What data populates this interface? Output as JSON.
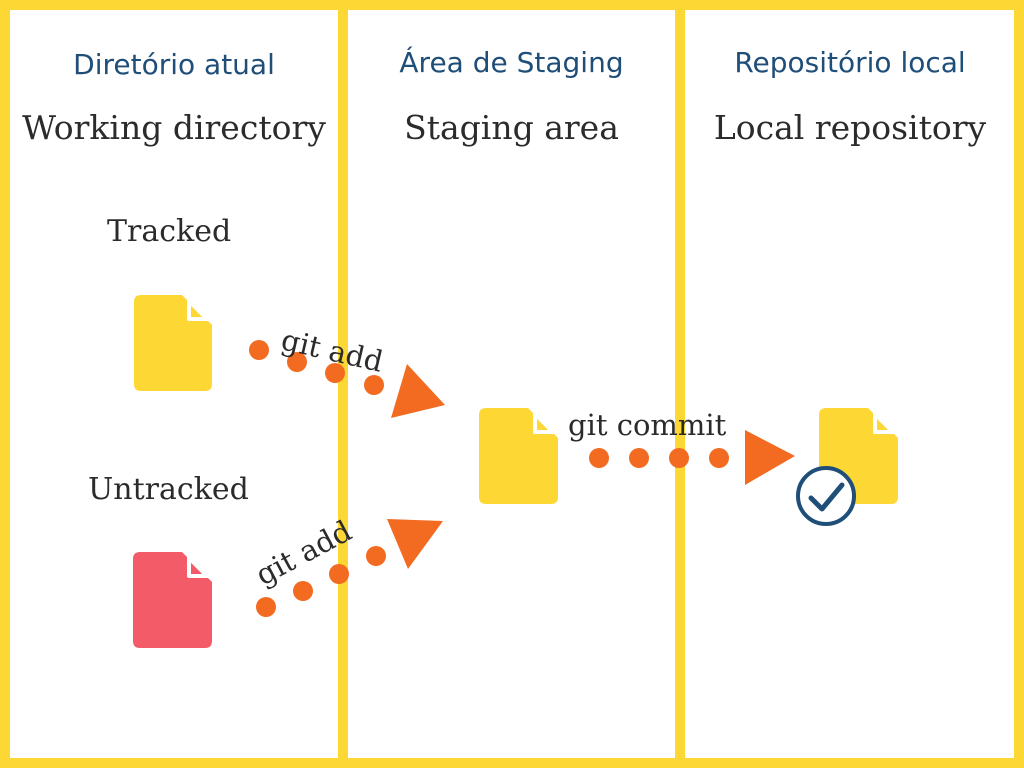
{
  "columns": [
    {
      "title": "Diretório atual",
      "subtitle": "Working directory"
    },
    {
      "title": "Área de Staging",
      "subtitle": "Staging area"
    },
    {
      "title": "Repositório local",
      "subtitle": "Local repository"
    }
  ],
  "file_states": {
    "tracked": "Tracked",
    "untracked": "Untracked"
  },
  "commands": {
    "add_tracked": "git add",
    "add_untracked": "git add",
    "commit": "git commit"
  },
  "icons": {
    "tracked_file": "file-icon",
    "untracked_file": "file-icon",
    "staged_file": "file-icon",
    "committed_file": "file-icon",
    "committed_badge": "check-circle-icon",
    "arrow": "dotted-arrow"
  },
  "colors": {
    "border": "#FDD835",
    "title": "#1F4E79",
    "tracked_file": "#FDD835",
    "untracked_file": "#F45B69",
    "arrow": "#F26B21"
  }
}
